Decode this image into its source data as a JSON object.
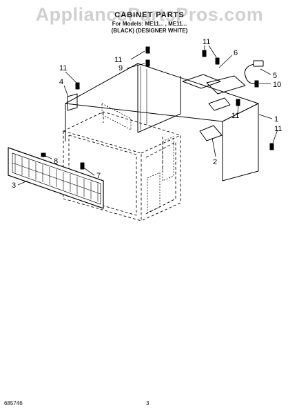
{
  "watermark": "AppliancePartsPros.com",
  "header": {
    "title": "CABINET PARTS",
    "models": "For Models: ME11... , ME11...",
    "variant": "(BLACK) (DESIGNER WHITE)"
  },
  "footer": {
    "code": "685746",
    "page": "3"
  },
  "callouts": [
    "11",
    "9",
    "11",
    "6",
    "11",
    "4",
    "5",
    "10",
    "1",
    "11",
    "11",
    "2",
    "8",
    "7",
    "3"
  ]
}
